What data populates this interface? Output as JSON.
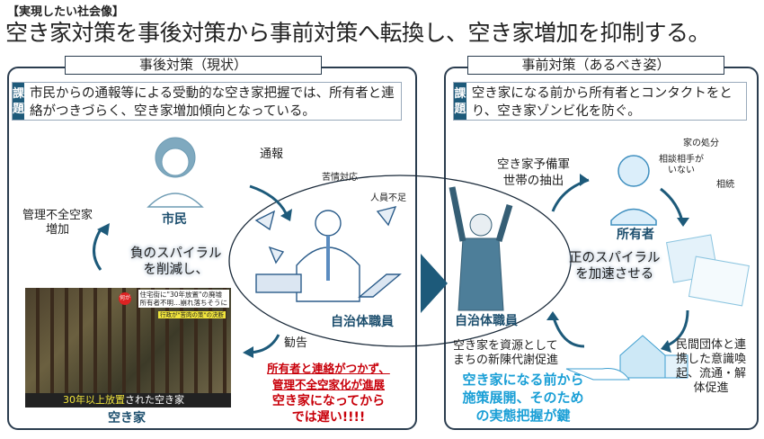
{
  "header": {
    "kicker": "【実現したい社会像】",
    "title": "空き家対策を事後対策から事前対策へ転換し、空き家増加を抑制する。"
  },
  "left": {
    "label": "事後対策（現状）",
    "issue_tag": [
      "課",
      "題"
    ],
    "issue": "市民からの通報等による受動的な空き家把握では、所有者と連絡がつきづらく、空き家増加傾向となっている。",
    "citizen": "市民",
    "report": "通報",
    "complaint": "苦情対応",
    "shortage": "人員不足",
    "increase": [
      "管理不全空家",
      "増加"
    ],
    "spiral": [
      "負のスパイラル",
      "を削減し、"
    ],
    "staff": "自治体職員",
    "advice": "勧告",
    "vacant": "空き家",
    "photo": {
      "headline1": "住宅街に\"30年放置\"の廃墟",
      "headline2": "所有者不明…崩れ落ちそうに",
      "headline3": "行政が\"苦肉の策\"の決断",
      "badge": "何が",
      "caption_hl": "30年以上放置",
      "caption": "された空き家"
    },
    "warning": [
      "所有者と連絡がつかず、",
      "管理不全空家化が進展",
      "空き家になってから",
      "では遅い!!!!"
    ]
  },
  "right": {
    "label": "事前対策（あるべき姿）",
    "issue_tag": [
      "課",
      "題"
    ],
    "issue": "空き家になる前から所有者とコンタクトをとり、空き家ゾンビ化を防ぐ。",
    "extract": [
      "空き家予備軍",
      "世帯の抽出"
    ],
    "disposal": "家の処分",
    "no_consult": [
      "相談相手が",
      "いない"
    ],
    "inherit": "相続",
    "owner": "所有者",
    "spiral": [
      "正のスパイラル",
      "を加速させる"
    ],
    "staff": "自治体職員",
    "resource": [
      "空き家を資源として",
      "まちの新陳代謝促進"
    ],
    "private": [
      "民間団体と連",
      "携した意識喚",
      "起、流通・解",
      "体促進"
    ],
    "key": [
      "空き家になる前から",
      "施策展開、そのため",
      "の実態把握が鍵"
    ]
  },
  "colors": {
    "navy": "#1d5a7a",
    "red": "#c8000a",
    "cyan": "#1a9fd6"
  }
}
